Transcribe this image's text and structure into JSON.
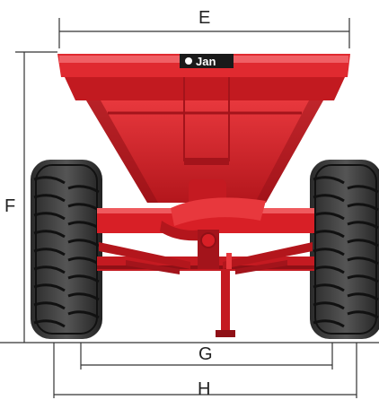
{
  "dimensions": {
    "e": "E",
    "f": "F",
    "g": "G",
    "h": "H"
  },
  "brand": {
    "logo_text": "Jan"
  },
  "colors": {
    "body_red": "#d81f26",
    "body_dark": "#a3141b",
    "body_light": "#ef5a5e",
    "tire": "#3a3a3a",
    "tire_dark": "#1a1a1a",
    "dim_line": "#333333"
  }
}
